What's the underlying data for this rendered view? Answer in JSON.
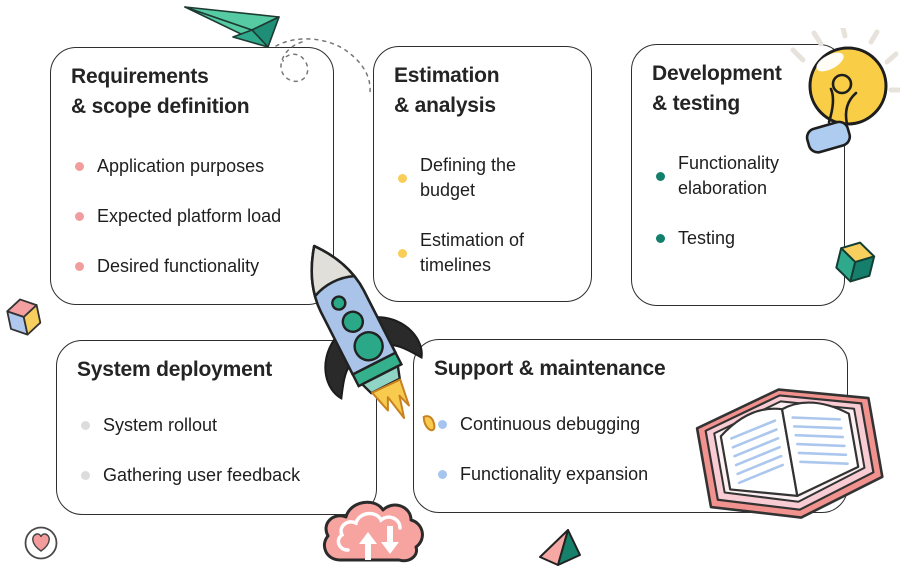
{
  "cards": [
    {
      "title_lines": [
        "Requirements",
        "& scope definition"
      ],
      "bullet_color": "#F29D9D",
      "items": [
        "Application purposes",
        "Expected platform load",
        "Desired functionality"
      ]
    },
    {
      "title_lines": [
        "Estimation",
        "& analysis"
      ],
      "bullet_color": "#F8CE58",
      "items": [
        "Defining the budget",
        "Estimation of timelines"
      ]
    },
    {
      "title_lines": [
        "Development",
        "& testing"
      ],
      "bullet_color": "#12806B",
      "items": [
        "Functionality elaboration",
        "Testing"
      ]
    },
    {
      "title_lines": [
        "System deployment"
      ],
      "bullet_color": "#DCDCDC",
      "items": [
        "System rollout",
        "Gathering user feedback"
      ]
    },
    {
      "title_lines": [
        "Support & maintenance"
      ],
      "bullet_color": "#A6C5EE",
      "items": [
        "Continuous debugging",
        "Functionality expansion"
      ]
    }
  ],
  "palette": {
    "card_border": "#2E2E2E",
    "title_text": "#242424",
    "item_text": "#1E1E1E",
    "green_light": "#56CBA3",
    "green_dark": "#1F8E76",
    "teal": "#2FA98C",
    "bulb_yellow": "#F9CD45",
    "base_blue": "#AECBF0",
    "rocket_blue": "#A9C4E8",
    "flame_yellow": "#F8CB4F",
    "cloud_pink": "#F7A3A0",
    "book_salmon": "#F2928E",
    "book_lines_blue": "#ACC7EE"
  },
  "decorations": [
    {
      "name": "paper-plane-icon"
    },
    {
      "name": "dashed-flight-trail"
    },
    {
      "name": "light-bulb-icon"
    },
    {
      "name": "rocket-icon"
    },
    {
      "name": "cloud-sync-icon"
    },
    {
      "name": "open-book-icon"
    },
    {
      "name": "cube-icon-left"
    },
    {
      "name": "cube-icon-right"
    },
    {
      "name": "heart-badge-icon"
    },
    {
      "name": "pyramid-icon"
    }
  ]
}
